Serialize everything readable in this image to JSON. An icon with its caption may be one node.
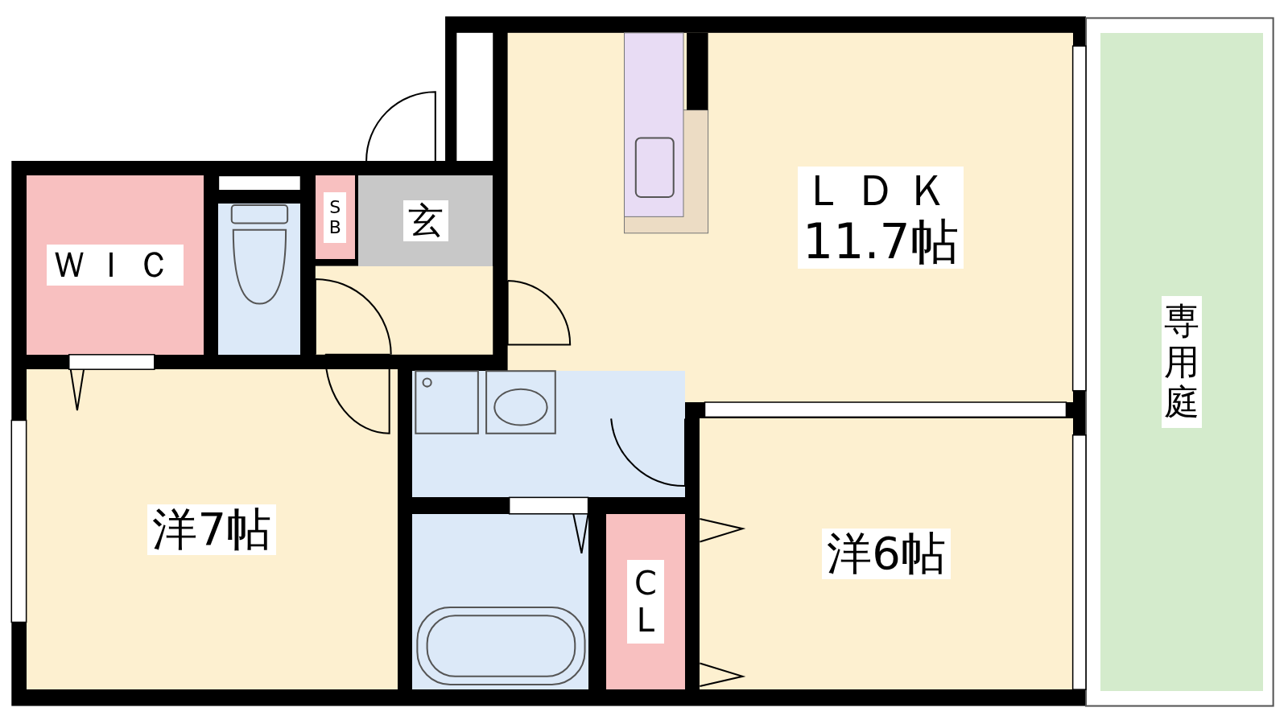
{
  "diagram": {
    "nodes": [
      {
        "text": [
          "ＷＩＣ"
        ]
      },
      {
        "text": [],
        "shape": "box"
      },
      {
        "text": [
          "SB"
        ]
      },
      {
        "text": [
          "玄"
        ]
      },
      {
        "text": [
          "ＬＤＫ",
          "11.7帖"
        ]
      },
      {
        "text": [
          "専用庭"
        ]
      },
      {
        "text": [
          "洋7帖"
        ]
      },
      {
        "text": [],
        "shape": "box"
      },
      {
        "text": [],
        "shape": "box"
      },
      {
        "text": [
          "CL"
        ]
      },
      {
        "text": [
          "洋6帖"
        ]
      }
    ]
  }
}
